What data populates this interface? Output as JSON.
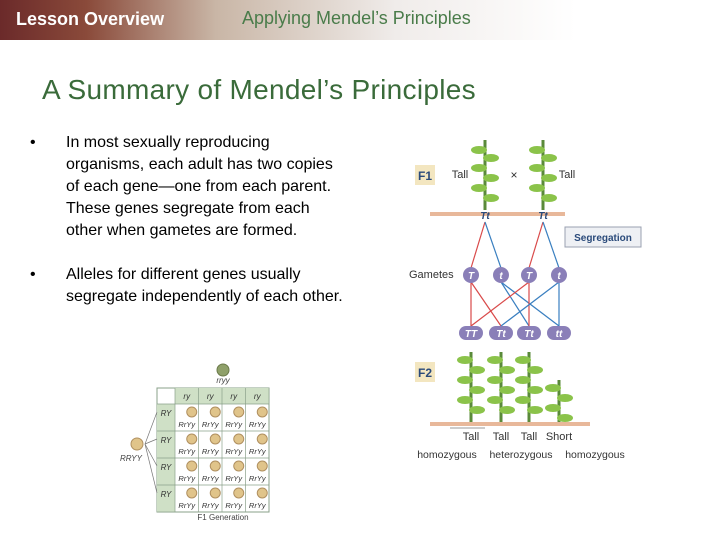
{
  "header": {
    "lesson": "Lesson Overview",
    "subtitle": "Applying Mendel’s Principles"
  },
  "title": "A Summary of Mendel’s Principles",
  "bullets": [
    "In most sexually reproducing organisms, each adult has two copies of each gene—one from each parent. These genes segregate from each other when gametes are formed.",
    "Alleles for different genes usually segregate independently of each other."
  ],
  "punnett": {
    "top_parent": "rryy",
    "left_parent": "RRYY",
    "col_headers": [
      "ry",
      "ry",
      "ry",
      "ry"
    ],
    "row_headers": [
      "RY",
      "RY",
      "RY",
      "RY"
    ],
    "cell": "RrYy",
    "caption": "F1 Generation"
  },
  "segregation": {
    "f1_label": "F1",
    "f2_label": "F2",
    "parent_left": "Tall",
    "parent_right": "Tall",
    "cross_symbol": "×",
    "parent_genotypes": [
      "Tt",
      "Tt"
    ],
    "segregation_label": "Segregation",
    "gametes_label": "Gametes",
    "gametes": [
      "T",
      "t",
      "T",
      "t"
    ],
    "offspring_genotypes": [
      "TT",
      "Tt",
      "Tt",
      "tt"
    ],
    "offspring_phenotypes": [
      "Tall",
      "Tall",
      "Tall",
      "Short"
    ],
    "bottom_labels": [
      "homozygous",
      "heterozygous",
      "homozygous"
    ],
    "colors": {
      "dominant_line": "#d94a4a",
      "recessive_line": "#3a7fc0",
      "allele_circle": "#8a7fb8",
      "bar": "#e8b89a"
    }
  }
}
